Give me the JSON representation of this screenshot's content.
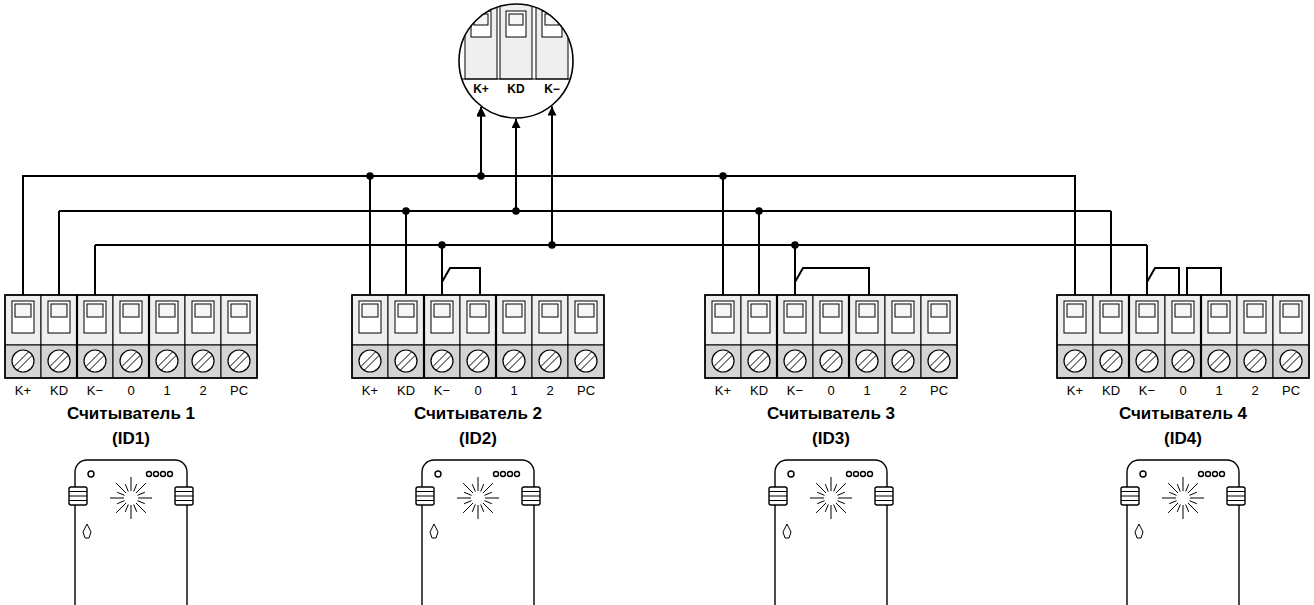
{
  "diagram": {
    "nodes": [
      {
        "text": [
          "K+",
          "KD",
          "K−"
        ]
      },
      {
        "text": [
          "Считыватель 1 (ID1)"
        ]
      },
      {
        "text": [
          "Считыватель 2 (ID2)"
        ]
      },
      {
        "text": [
          "Считыватель 3 (ID3)"
        ]
      },
      {
        "text": [
          "Считыватель 4 (ID4)"
        ]
      }
    ],
    "edges": [
      {
        "from": 1,
        "to": 0,
        "arrow": "to"
      },
      {
        "from": 2,
        "to": 0,
        "arrow": "to"
      },
      {
        "from": 3,
        "to": 0,
        "arrow": "to"
      },
      {
        "from": 4,
        "to": 0,
        "arrow": "to"
      }
    ],
    "labels": [
      "K+",
      "KD",
      "K−",
      "0",
      "1",
      "2",
      "PC",
      "K+",
      "KD",
      "K−",
      "0",
      "1",
      "2",
      "PC",
      "K+",
      "KD",
      "K−",
      "0",
      "1",
      "2",
      "PC",
      "K+",
      "KD",
      "K−",
      "0",
      "1",
      "2",
      "PC"
    ]
  }
}
